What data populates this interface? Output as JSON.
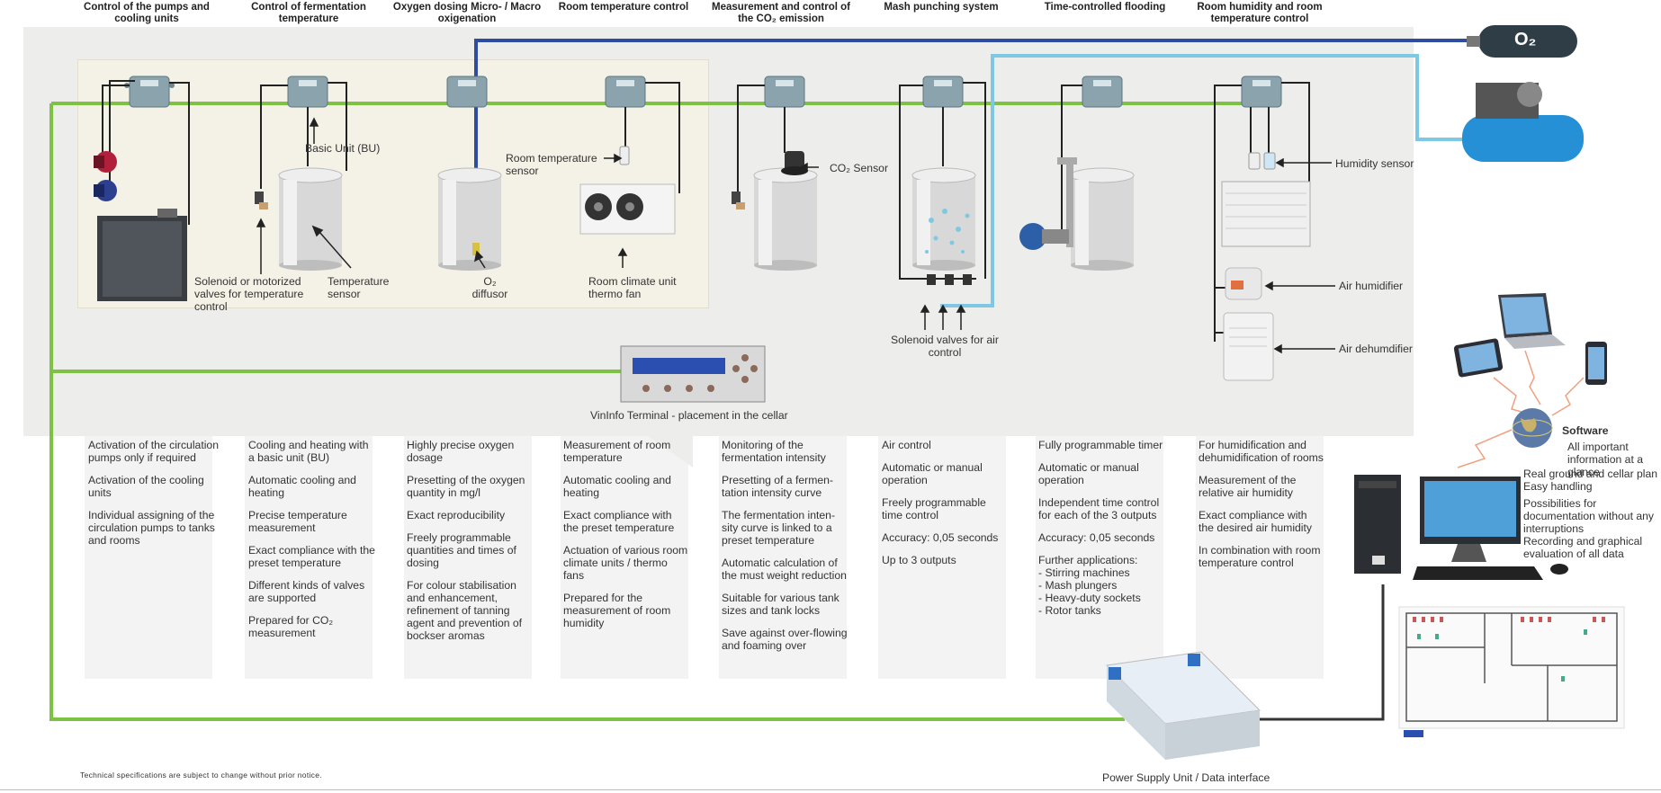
{
  "columns": [
    {
      "title": "Control of the pumps and cooling units",
      "desc": [
        "Activation of the circulation pumps only if required",
        "Activation of the cooling units",
        "Individual assigning of the circulation pumps to tanks and rooms"
      ]
    },
    {
      "title": "Control of fermentation temperature",
      "desc": [
        "Cooling and heating with a basic unit (BU)",
        "Automatic cooling and heating",
        "Precise temperature measurement",
        "Exact compliance with the preset temperature",
        "Different kinds of valves are supported",
        "Prepared for CO₂ measurement"
      ]
    },
    {
      "title": "Oxygen dosing Micro- / Macro oxigenation",
      "desc": [
        "Highly precise oxygen dosage",
        "Presetting of the oxygen quantity in mg/l",
        "Exact reproducibility",
        "Freely programmable quantities and times of dosing",
        "For colour stabilisation and enhancement, refinement of tanning agent and prevention of bockser aromas"
      ]
    },
    {
      "title": "Room temperature control",
      "desc": [
        "Measurement of room temperature",
        "Automatic cooling and heating",
        "Exact compliance with the preset temperature",
        "Actuation of various room climate units / thermo fans",
        "Prepared for the measurement of room humidity"
      ]
    },
    {
      "title": "Measurement and control of the CO₂ emission",
      "desc": [
        "Monitoring of the fermentation intensity",
        "Presetting of a fermen-tation intensity curve",
        "The fermentation inten-sity curve is linked to a preset temperature",
        "Automatic calculation of the must weight reduction",
        "Suitable for various tank sizes and tank locks",
        "Save against over-flowing and foaming over"
      ]
    },
    {
      "title": "Mash punching system",
      "desc": [
        "Air control",
        "Automatic or manual operation",
        "Freely programmable time control",
        "Accuracy: 0,05 seconds",
        "Up to 3 outputs"
      ]
    },
    {
      "title": "Time-controlled flooding",
      "desc": [
        "Fully programmable timer",
        "Automatic or manual operation",
        "Independent time control for each of the 3 outputs",
        "Accuracy: 0,05 seconds",
        "Further applications:\n- Stirring machines\n- Mash plungers\n- Heavy-duty sockets\n- Rotor tanks"
      ]
    },
    {
      "title": "Room humidity and room temperature control",
      "desc": [
        "For humidification and dehumidification of rooms",
        "Measurement of the relative air humidity",
        "Exact compliance with the desired air humidity",
        "In combination with room temperature control"
      ]
    }
  ],
  "labels": {
    "basic_unit": "Basic Unit (BU)",
    "solenoid": "Solenoid or motorized valves for temperature control",
    "temp_sensor": "Temperature sensor",
    "o2_diffusor": "O₂ diffusor",
    "room_temp_sensor": "Room temperature sensor",
    "room_climate": "Room climate unit thermo fan",
    "co2_sensor": "CO₂ Sensor",
    "solenoid_air": "Solenoid valves for air control",
    "humidity_sensor": "Humidity sensor",
    "air_humidifier": "Air humidifier",
    "air_dehumidifier": "Air dehumdifier",
    "terminal": "VinInfo Terminal - placement in the cellar",
    "power_supply": "Power Supply Unit / Data interface",
    "o2_tank": "O₂",
    "software_title": "Software",
    "software_items": [
      "All important information at a glance",
      "Real ground and cellar plan",
      "Easy handling",
      "Possibilities for documentation without any interruptions",
      "Recording and graphical evaluation of all data"
    ],
    "footnote": "Technical specifications are subject to change without prior notice."
  },
  "colors": {
    "green_line": "#7dc242",
    "blue_line": "#2e4da0",
    "light_blue_line": "#7ec8e3",
    "panel": "#ededeb"
  }
}
